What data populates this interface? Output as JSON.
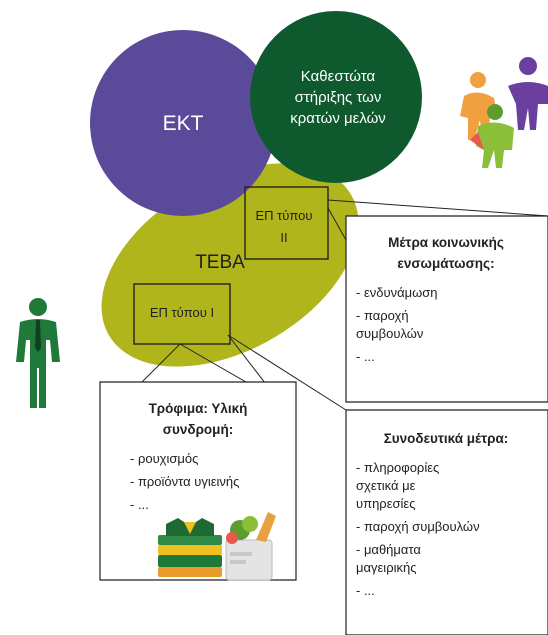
{
  "circles": {
    "ekt_label": "ΕΚΤ",
    "member_states_label": "Καθεστώτα στήριξης των κρατών μελών",
    "teva_label": "ΤΕΒΑ"
  },
  "boxes": {
    "op_type_2": "ΕΠ τύπου ΙΙ",
    "op_type_1": "ΕΠ τύπου Ι"
  },
  "callout_social_inclusion": {
    "title": "Μέτρα κοινωνικής ενσωμάτωσης:",
    "items": [
      "- ενδυνάμωση",
      "- παροχή συμβουλών",
      "- ..."
    ]
  },
  "callout_food": {
    "title": "Τρόφιμα: Υλική συνδρομή:",
    "items": [
      "- ρουχισμός",
      "- προϊόντα υγιεινής",
      "- ..."
    ]
  },
  "callout_accompanying": {
    "title": "Συνοδευτικά μέτρα:",
    "items": [
      "- πληροφορίες σχετικά με υπηρεσίες",
      "- παροχή συμβουλών",
      "- μαθήματα μαγειρικής",
      "- ..."
    ]
  },
  "icons": [
    "person-icon",
    "people-group-icon",
    "clothes-stack-icon",
    "grocery-bag-icon"
  ],
  "colors": {
    "ekt_purple": "#5b4a9a",
    "member_states_green": "#0e5a2e",
    "teva_olive": "#b0b51c",
    "person_green": "#1f7a3a",
    "orange": "#f0a040",
    "navy": "#2c2f72"
  }
}
